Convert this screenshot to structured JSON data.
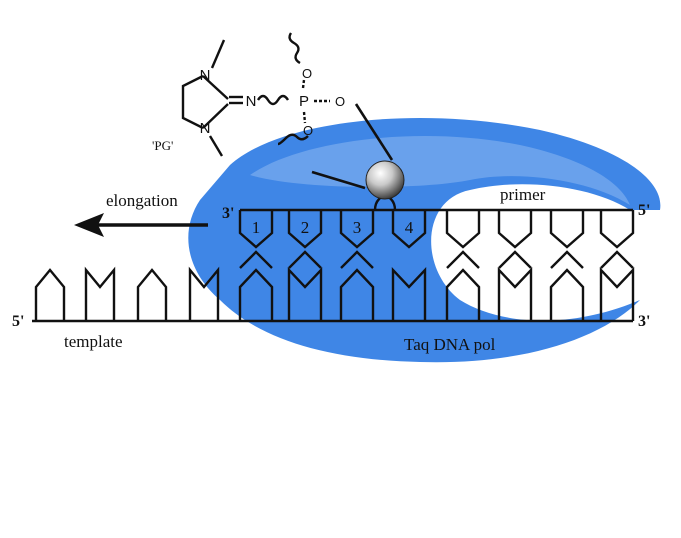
{
  "labels": {
    "elongation": "elongation",
    "primer": "primer",
    "template": "template",
    "polymerase": "Taq DNA pol",
    "protecting_group": "'PG'",
    "primer_3prime": "3'",
    "primer_5prime": "5'",
    "template_5prime": "5'",
    "template_3prime": "3'"
  },
  "chemistry": {
    "n1": "N",
    "n2": "N",
    "n3": "N",
    "p": "P",
    "o1": "O",
    "o2": "O",
    "o3": "O"
  },
  "positions": [
    "1",
    "2",
    "3",
    "4"
  ],
  "colors": {
    "polymerase_fill": "#3f86e6",
    "polymerase_light": "#8db8f0",
    "ink": "#111111"
  },
  "icons": {
    "arrow": "elongation-arrow-icon",
    "sphere": "nucleotide-sphere-icon",
    "squiggle": "wavy-linker-icon"
  }
}
